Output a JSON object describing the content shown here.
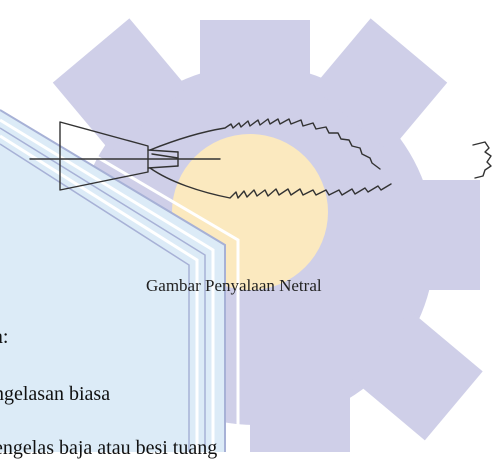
{
  "figure": {
    "caption": "Gambar Penyalaan Netral",
    "illustration": "neutral-flame-torch-icon"
  },
  "body_text": {
    "line1": "a:",
    "line2": "ngelasan biasa",
    "line3": "engelas baja atau besi tuang"
  },
  "watermark": {
    "icon": "gear-logo-watermark-icon",
    "colors": {
      "gear": "#cfcfe8",
      "circle": "#fbe9bf",
      "wedge": "#dcebf7",
      "wedge_stripe": "#a7b1d6"
    }
  }
}
